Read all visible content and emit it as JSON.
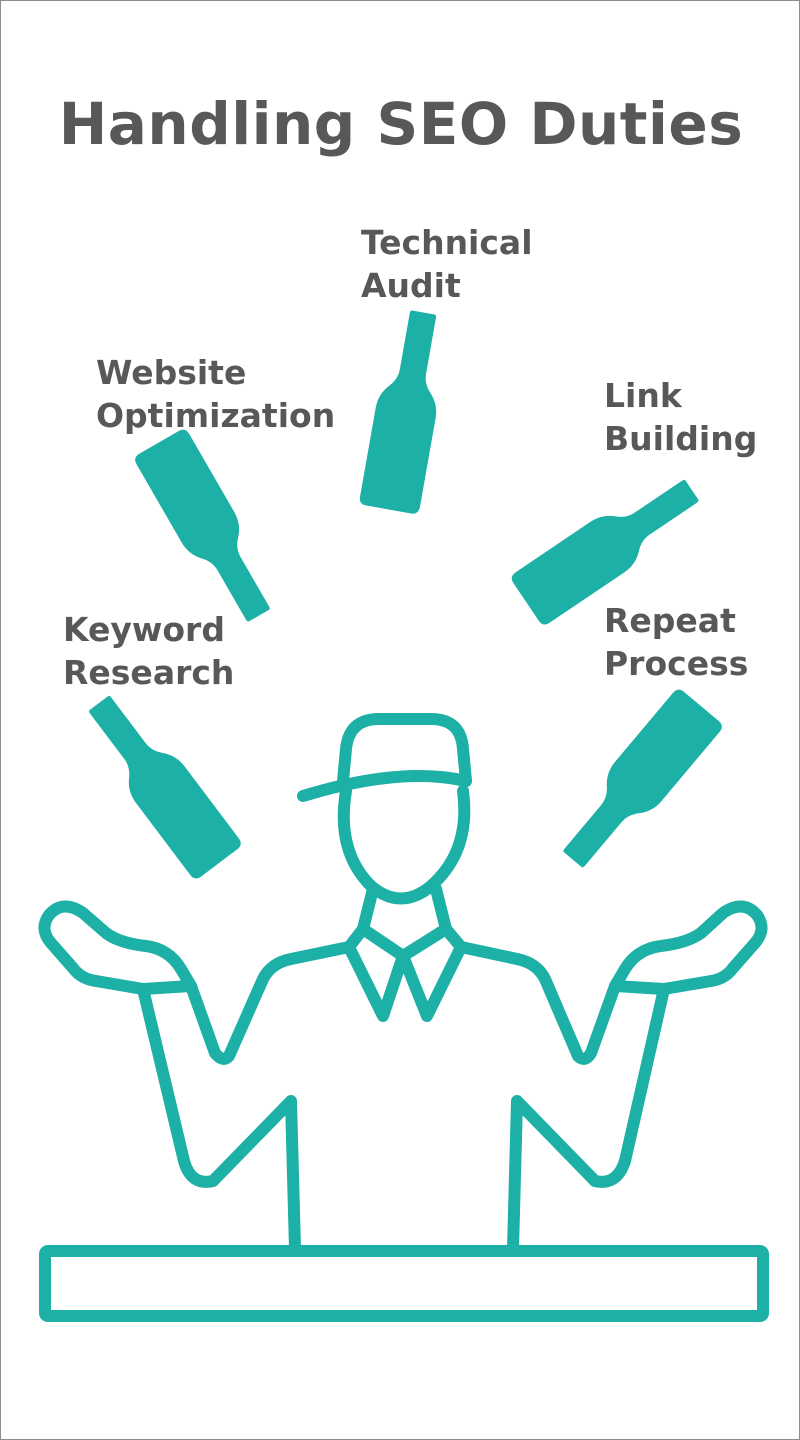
{
  "title": "Handling SEO Duties",
  "colors": {
    "accent": "#1cb0a6",
    "text": "#58585a",
    "background": "#ffffff",
    "border": "#8c8c8c"
  },
  "duties": [
    {
      "id": "technical-audit",
      "line1": "Technical",
      "line2": "Audit",
      "icon": "bottle-icon"
    },
    {
      "id": "website-optimization",
      "line1": "Website",
      "line2": "Optimization",
      "icon": "bottle-icon"
    },
    {
      "id": "link-building",
      "line1": "Link",
      "line2": "Building",
      "icon": "bottle-icon"
    },
    {
      "id": "keyword-research",
      "line1": "Keyword",
      "line2": "Research",
      "icon": "bottle-icon"
    },
    {
      "id": "repeat-process",
      "line1": "Repeat",
      "line2": "Process",
      "icon": "bottle-icon"
    }
  ],
  "figure": {
    "icon": "juggler-person-icon",
    "counter_icon": "counter-icon"
  }
}
